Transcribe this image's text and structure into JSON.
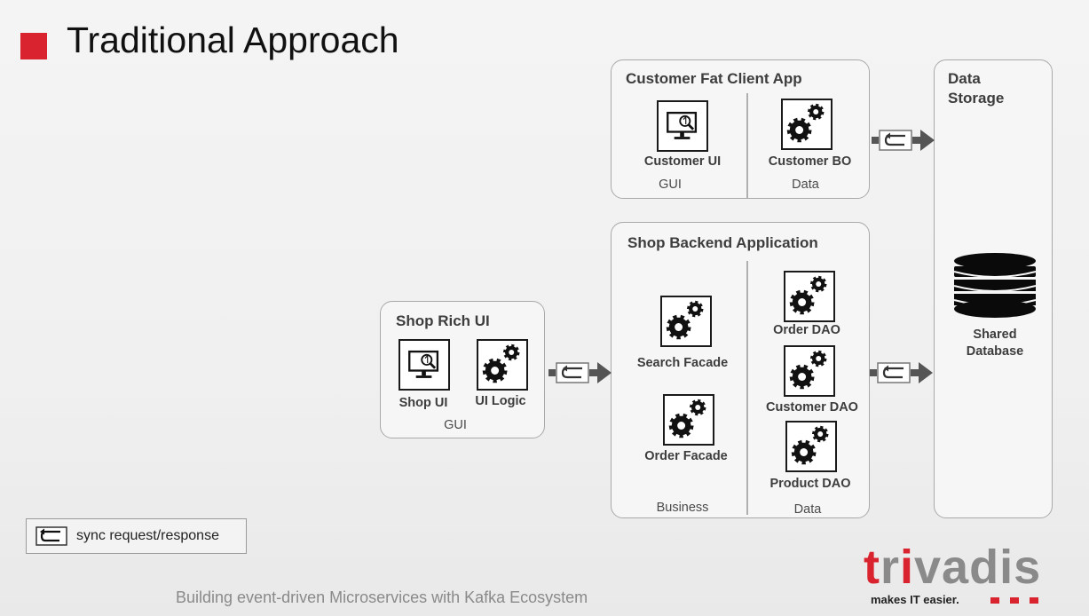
{
  "slide": {
    "title": "Traditional Approach",
    "accent_color": "#d9232e",
    "footer": "Building event-driven Microservices with Kafka Ecosystem"
  },
  "fat_client": {
    "title": "Customer  Fat Client App",
    "ui_label": "Customer UI",
    "bo_label": "Customer BO",
    "gui_label": "GUI",
    "data_label": "Data"
  },
  "shop_ui": {
    "title": "Shop Rich UI",
    "ui_label": "Shop UI",
    "logic_label": "UI Logic",
    "gui_label": "GUI"
  },
  "backend": {
    "title": "Shop Backend Application",
    "search_facade": "Search Facade",
    "order_facade": "Order Facade",
    "order_dao": "Order DAO",
    "customer_dao": "Customer DAO",
    "product_dao": "Product DAO",
    "business_label": "Business",
    "data_label": "Data"
  },
  "storage": {
    "title": "Data Storage",
    "db_label": "Shared Database"
  },
  "legend": {
    "label": "sync request/response"
  },
  "brand": {
    "logo_text": "trivadis",
    "tagline": "makes IT easier."
  },
  "icons": {
    "monitor": "monitor-search-icon",
    "gears": "gears-icon",
    "database": "database-icon",
    "sync": "sync-arrow-icon"
  }
}
